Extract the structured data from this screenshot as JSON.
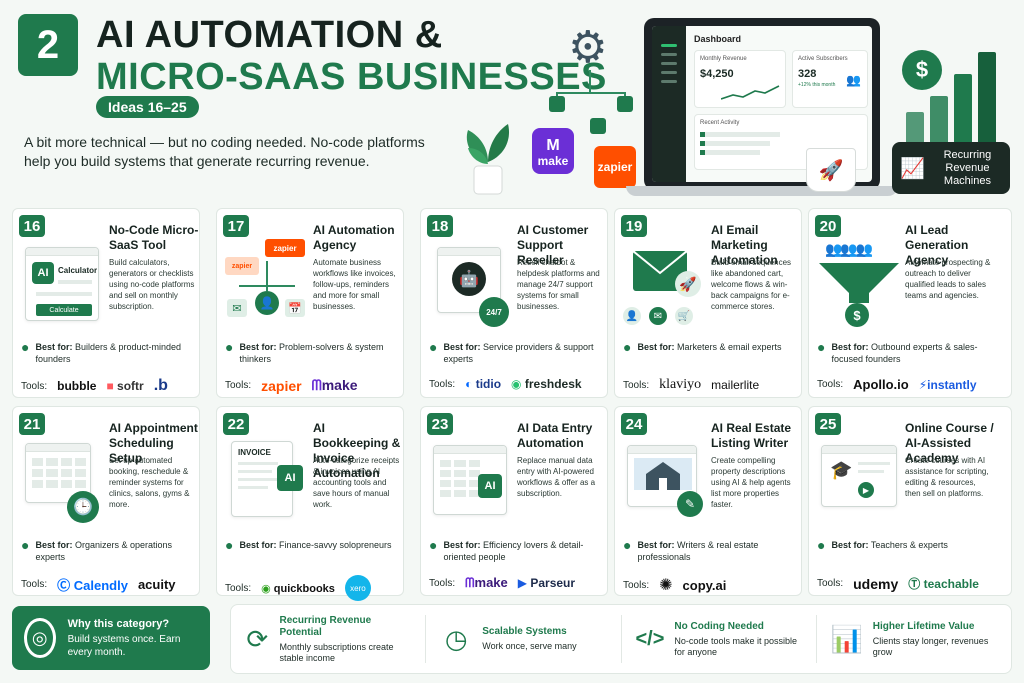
{
  "header": {
    "number": "2",
    "title_line1": "AI AUTOMATION &",
    "title_line2": "MICRO-SAAS BUSINESSES",
    "ideas": "Ideas 16–25",
    "intro": "A bit more technical — but no coding needed. No-code platforms help you build systems that generate recurring revenue."
  },
  "hero": {
    "make_label": "make",
    "zapier_label": "zapier",
    "dashboard_title": "Dashboard",
    "monthly_revenue_label": "Monthly Revenue",
    "monthly_revenue_value": "$4,250",
    "active_subscribers_label": "Active Subscribers",
    "active_subscribers_value": "328",
    "subscribers_growth": "+12% this month",
    "recent_activity_label": "Recent Activity",
    "revenue_box_text": "Recurring Revenue Machines",
    "dollar_sign": "$"
  },
  "colors": {
    "brand_green": "#1f7a4d",
    "dark": "#1c2a25",
    "make_purple": "#6b2fd6",
    "zapier_orange": "#ff4f00"
  },
  "best_for_prefix": "Best for:",
  "tools_label": "Tools:",
  "cards": [
    {
      "num": "16",
      "title": "No-Code Micro-SaaS Tool",
      "desc": "Build calculators, generators or checklists using no-code platforms and sell on monthly subscription.",
      "best": "Builders & product-minded founders",
      "tools": [
        "bubble",
        "softr",
        ".b"
      ],
      "art_calc_label": "Calculator",
      "art_calc_btn": "Calculate",
      "art_ai": "AI"
    },
    {
      "num": "17",
      "title": "AI Automation Agency",
      "desc": "Automate business workflows like invoices, follow-ups, reminders and more for small businesses.",
      "best": "Problem-solvers & system thinkers",
      "tools": [
        "zapier",
        "make"
      ],
      "art_zapier": "zapier"
    },
    {
      "num": "18",
      "title": "AI Customer Support Reseller",
      "desc": "Resell chatbot & helpdesk platforms and manage 24/7 support systems for small businesses.",
      "best": "Service providers & support experts",
      "tools": [
        "tidio",
        "freshdesk"
      ],
      "art_badge": "24/7"
    },
    {
      "num": "19",
      "title": "AI Email Marketing Automation",
      "desc": "Build email sequences like abandoned cart, welcome flows & win-back campaigns for e-commerce stores.",
      "best": "Marketers & email experts",
      "tools": [
        "klaviyo",
        "mailerlite"
      ]
    },
    {
      "num": "20",
      "title": "AI Lead Generation Agency",
      "desc": "Automate prospecting & outreach to deliver qualified leads to sales teams and agencies.",
      "best": "Outbound experts & sales-focused founders",
      "tools": [
        "Apollo.io",
        "instantly"
      ],
      "art_dollar": "$"
    },
    {
      "num": "21",
      "title": "AI Appointment Scheduling Setup",
      "desc": "Set up automated booking, reschedule & reminder systems for clinics, salons, gyms & more.",
      "best": "Organizers & operations experts",
      "tools": [
        "Calendly",
        "acuity"
      ]
    },
    {
      "num": "22",
      "title": "AI Bookkeeping & Invoice Automation",
      "desc": "Auto-categorize receipts & invoices using AI accounting tools and save hours of manual work.",
      "best": "Finance-savvy solopreneurs",
      "tools": [
        "quickbooks",
        "xero"
      ],
      "art_invoice": "INVOICE",
      "art_ai": "AI"
    },
    {
      "num": "23",
      "title": "AI Data Entry Automation",
      "desc": "Replace manual data entry with AI-powered workflows & offer as a subscription.",
      "best": "Efficiency lovers & detail-oriented people",
      "tools": [
        "make",
        "Parseur"
      ],
      "art_ai": "AI"
    },
    {
      "num": "24",
      "title": "AI Real Estate Listing Writer",
      "desc": "Create compelling property descriptions using AI & help agents list more properties faster.",
      "best": "Writers & real estate professionals",
      "tools": [
        "ChatGPT",
        "copy.ai"
      ]
    },
    {
      "num": "25",
      "title": "Online Course / AI-Assisted Academy",
      "desc": "Create courses with AI assistance for scripting, editing & resources, then sell on platforms.",
      "best": "Teachers & experts",
      "tools": [
        "udemy",
        "teachable"
      ]
    }
  ],
  "why": {
    "title": "Why this category?",
    "text": "Build systems once. Earn every month."
  },
  "benefits": [
    {
      "title": "Recurring Revenue Potential",
      "text": "Monthly subscriptions create stable income",
      "icon": "refresh-dollar-icon"
    },
    {
      "title": "Scalable Systems",
      "text": "Work once, serve many",
      "icon": "clock-icon"
    },
    {
      "title": "No Coding Needed",
      "text": "No-code tools make it possible for anyone",
      "icon": "code-icon"
    },
    {
      "title": "Higher Lifetime Value",
      "text": "Clients stay longer, revenues grow",
      "icon": "growth-chart-icon"
    }
  ]
}
